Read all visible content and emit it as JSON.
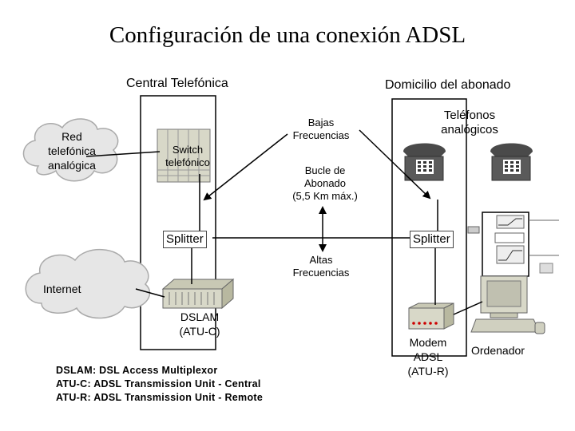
{
  "title": "Configuración de una conexión ADSL",
  "headers": {
    "central": "Central Telefónica",
    "domicilio": "Domicilio del abonado"
  },
  "clouds": {
    "red": [
      "Red",
      "telefónica",
      "analógica"
    ],
    "internet": "Internet"
  },
  "switch": [
    "Switch",
    "telefónico"
  ],
  "splitter_left": "Splitter",
  "splitter_right": "Splitter",
  "bajas": [
    "Bajas",
    "Frecuencias"
  ],
  "bucle": [
    "Bucle de",
    "Abonado",
    "(5,5 Km máx.)"
  ],
  "altas": [
    "Altas",
    "Frecuencias"
  ],
  "telefonos": [
    "Teléfonos",
    "analógicos"
  ],
  "dslam": [
    "DSLAM",
    "(ATU-C)"
  ],
  "modem": [
    "Modem",
    "ADSL",
    "(ATU-R)"
  ],
  "ordenador": "Ordenador",
  "legend": [
    "DSLAM: DSL Access Multiplexor",
    "ATU-C: ADSL Transmission Unit - Central",
    "ATU-R: ADSL Transmission Unit - Remote"
  ],
  "colors": {
    "cloud_fill": "#e6e6e6",
    "device_fill": "#d8d8c8",
    "phone_fill": "#5a5a5a",
    "modem_led": "#cc0000"
  }
}
